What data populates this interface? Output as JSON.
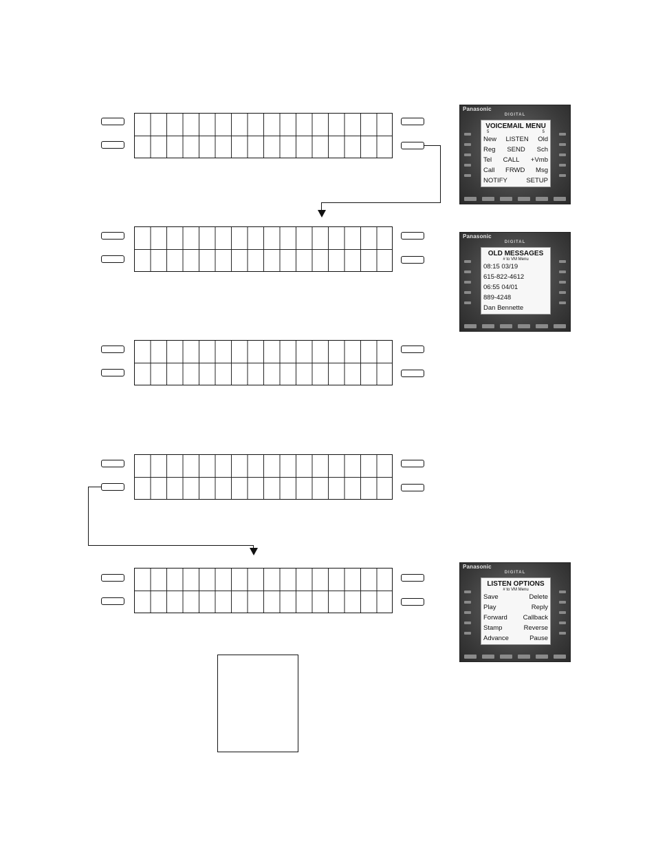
{
  "phones": [
    {
      "brand": "Panasonic",
      "model": "DIGITAL",
      "title": "VOICEMAIL MENU",
      "counts": [
        "5",
        "5"
      ],
      "rows": [
        [
          "New",
          "LISTEN",
          "Old"
        ],
        [
          "Reg",
          "SEND",
          "Sch"
        ],
        [
          "Tel",
          "CALL",
          "+Vmb"
        ],
        [
          "Call",
          "FRWD",
          "Msg"
        ],
        [
          "NOTIFY",
          "",
          "SETUP"
        ]
      ]
    },
    {
      "brand": "Panasonic",
      "model": "DIGITAL",
      "title": "OLD MESSAGES",
      "subtitle": "# to VM Menu",
      "lines": [
        "08:15 03/19",
        "615-822-4612",
        "06:55 04/01",
        "889-4248",
        "Dan Bennette"
      ]
    },
    {
      "brand": "Panasonic",
      "model": "DIGITAL",
      "title": "LISTEN OPTIONS",
      "subtitle": "# to VM Menu",
      "rows": [
        [
          "Save",
          "Delete"
        ],
        [
          "Play",
          "Reply"
        ],
        [
          "Forward",
          "Callback"
        ],
        [
          "Stamp",
          "Reverse"
        ],
        [
          "Advance",
          "Pause"
        ]
      ]
    }
  ]
}
